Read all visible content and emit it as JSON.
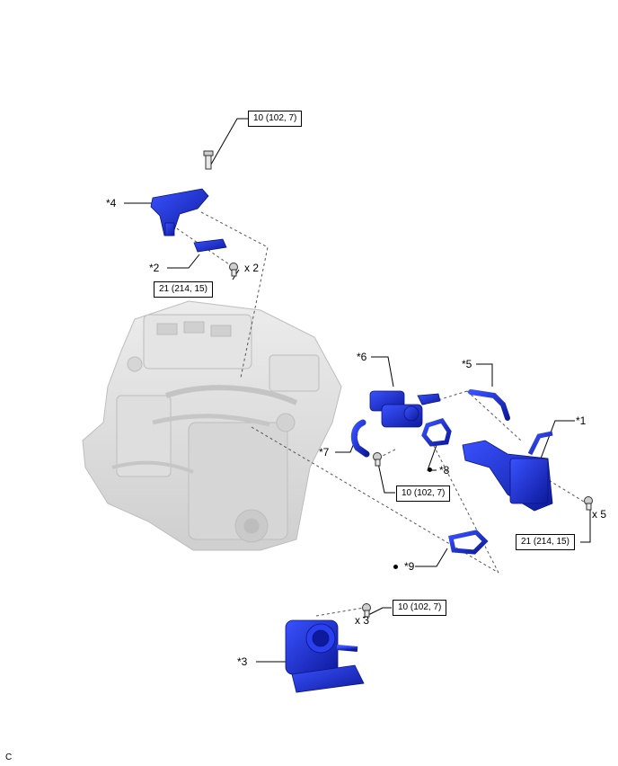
{
  "parts": {
    "p1": "*1",
    "p2": "*2",
    "p3": "*3",
    "p4": "*4",
    "p5": "*5",
    "p6": "*6",
    "p7": "*7",
    "p8": "*8",
    "p9": "*9"
  },
  "torque": {
    "t_bolt_top": "10 (102, 7)",
    "t_bracket": "21 (214, 15)",
    "t_egr_valve": "10 (102, 7)",
    "t_cooler": "21 (214, 15)",
    "t_throttle": "10 (102, 7)"
  },
  "qty": {
    "q_bracket": "x 2",
    "q_cooler": "x 5",
    "q_throttle": "x 3"
  },
  "corner_code": "C",
  "colors": {
    "part_blue": "#1a2ee0",
    "part_blue_dark": "#0d1a9c",
    "engine_gray": "#d9d9d9"
  }
}
